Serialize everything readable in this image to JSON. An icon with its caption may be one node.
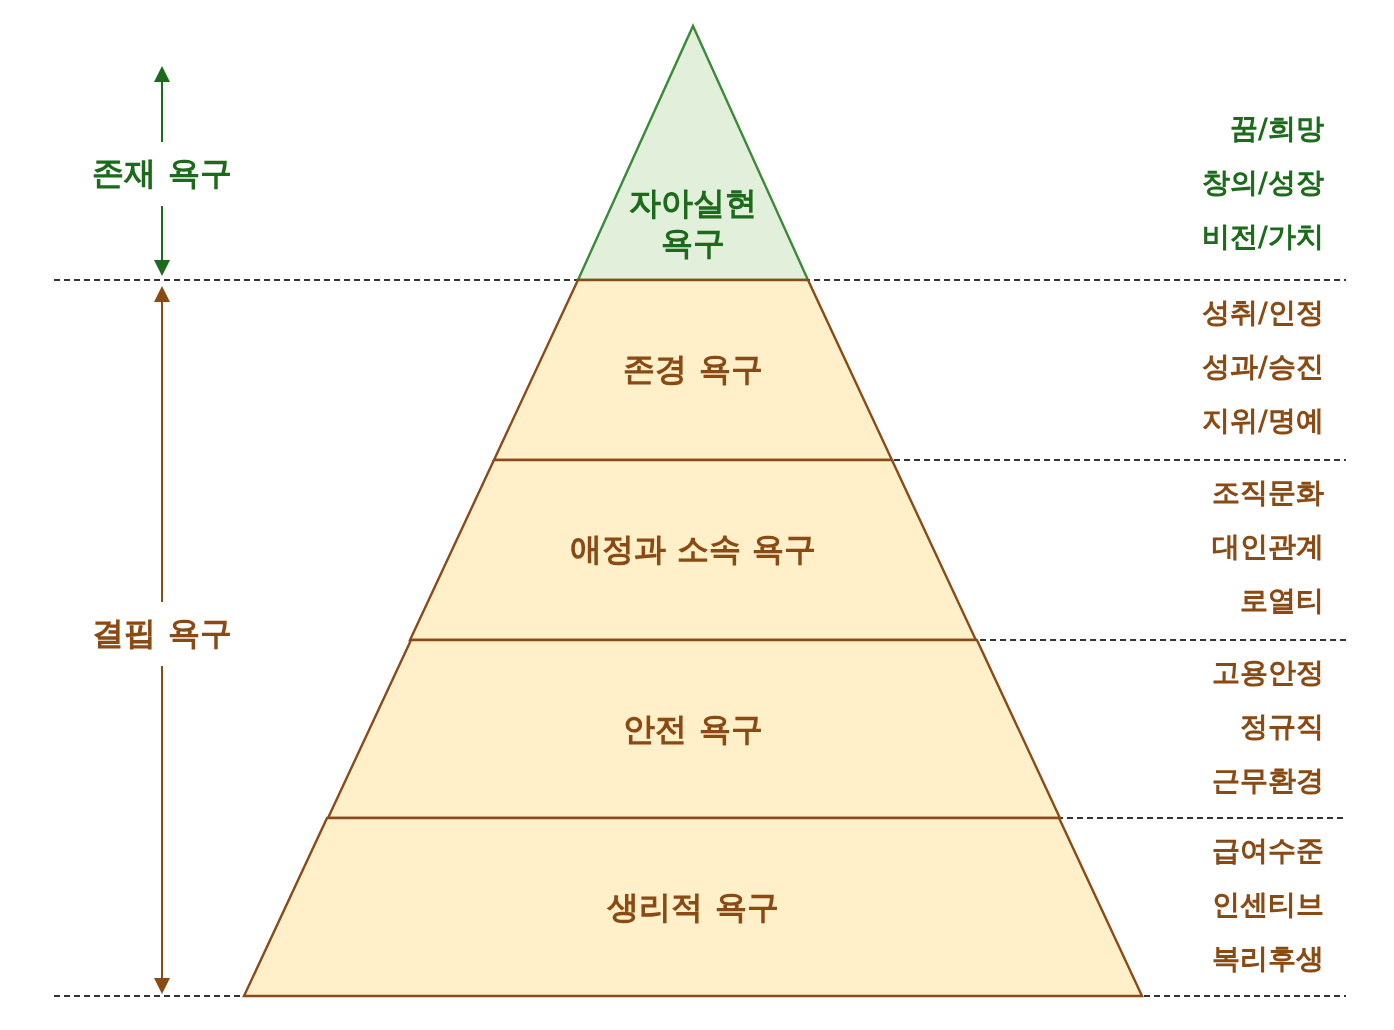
{
  "diagram": {
    "nodes": [
      {
        "text": [
          "자아실현 욕구"
        ],
        "beside": [
          "꿈/희망",
          "창의/성장",
          "비전/가치"
        ]
      },
      {
        "text": [
          "존경 욕구"
        ],
        "beside": [
          "성취/인정",
          "성과/승진",
          "지위/명예"
        ]
      },
      {
        "text": [
          "애정과 소속 욕구"
        ],
        "beside": [
          "조직문화",
          "대인관계",
          "로열티"
        ]
      },
      {
        "text": [
          "안전 욕구"
        ],
        "beside": [
          "고용안정",
          "정규직",
          "근무환경"
        ]
      },
      {
        "text": [
          "생리적 욕구"
        ],
        "beside": [
          "급여수준",
          "인센티브",
          "복리후생"
        ]
      }
    ],
    "labels": [
      "존재 욕구",
      "결핍 욕구"
    ]
  }
}
